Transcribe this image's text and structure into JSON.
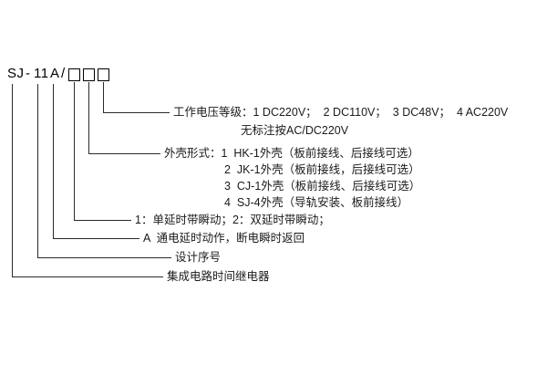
{
  "model": {
    "series": "SJ",
    "dash": "-",
    "serial": "11",
    "variant": "A",
    "slash": "/",
    "box_count": 3
  },
  "annotations": {
    "voltage_grade": {
      "line1": "工作电压等级：1 DC220V；  2 DC110V；  3 DC48V；  4 AC220V",
      "line2": "无标注按AC/DC220V"
    },
    "enclosure_type": {
      "line1": "外壳形式：1  HK-1外壳（板前接线、后接线可选）",
      "line2": "2  JK-1外壳（板前接线，后接线可选）",
      "line3": "3  CJ-1外壳（板前接线、后接线可选）",
      "line4": "4  SJ-4外壳（导轨安装、板前接线）"
    },
    "delay_mode": "1：单延时带瞬动；2：双延时带瞬动；",
    "action_mode": "A  通电延时动作，断电瞬时返回",
    "design_serial": "设计序号",
    "product_name": "集成电路时间继电器"
  }
}
